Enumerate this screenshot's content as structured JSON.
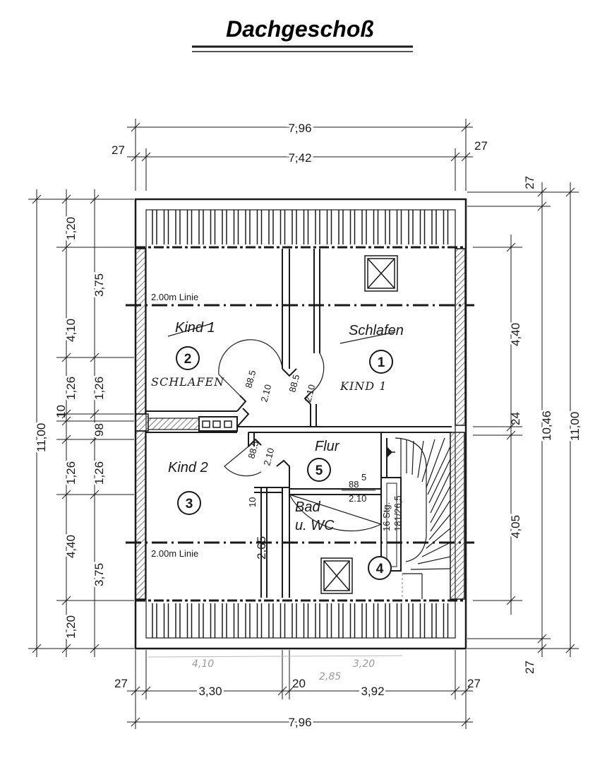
{
  "title": "Dachgeschoß",
  "dimensions": {
    "top_overall": "7,96",
    "top_inner": "7,42",
    "top_left_wall": "27",
    "top_right_wall": "27",
    "left_outer": "11,00",
    "left_a": "1,20",
    "left_b": "4,10",
    "left_c": "1,26",
    "left_d": "10",
    "left_e": "1,26",
    "left_f": "4,40",
    "left_g": "1,20",
    "left_inner_a": "3,75",
    "left_inner_b": "1,26",
    "left_inner_c": "98",
    "left_inner_d": "1,26",
    "left_inner_e": "3,75",
    "right_wall_top": "27",
    "right_outer": "11,00",
    "right_inner": "10,46",
    "right_a": "4,40",
    "right_b": "24",
    "right_c": "4,05",
    "right_wall_bottom": "27",
    "bottom_left_wall": "27",
    "bottom_a": "3,30",
    "bottom_mid": "20",
    "bottom_b": "3,92",
    "bottom_right_wall": "27",
    "bottom_overall": "7,96",
    "inner_265": "2,65",
    "inner_10": "10"
  },
  "lines": {
    "upper": "2.00m Linie",
    "lower": "2.00m Linie"
  },
  "rooms": [
    {
      "number": "1",
      "label": "Schlafen",
      "sublabel": "KIND 1"
    },
    {
      "number": "2",
      "label": "Kind 1",
      "sublabel": "SCHLAFEN"
    },
    {
      "number": "3",
      "label": "Kind 2"
    },
    {
      "number": "4",
      "label": "Bad u. WC"
    },
    {
      "number": "5",
      "label": "Flur"
    }
  ],
  "doors": {
    "d2_width": "88.5",
    "d2_height": "2.10",
    "d1_width": "88.5",
    "d1_height": "2.10",
    "d3_width": "88.5",
    "d3_height": "2.10",
    "d4_width": "88",
    "d4_sup": "5",
    "d4_height": "2.10"
  },
  "stair": {
    "steps": "16 Stg.",
    "ratio": "181/26,5"
  },
  "pencil_notes": {
    "bottom_left": "4,10",
    "bottom_mid": "2,85",
    "bottom_right": "3,20"
  }
}
